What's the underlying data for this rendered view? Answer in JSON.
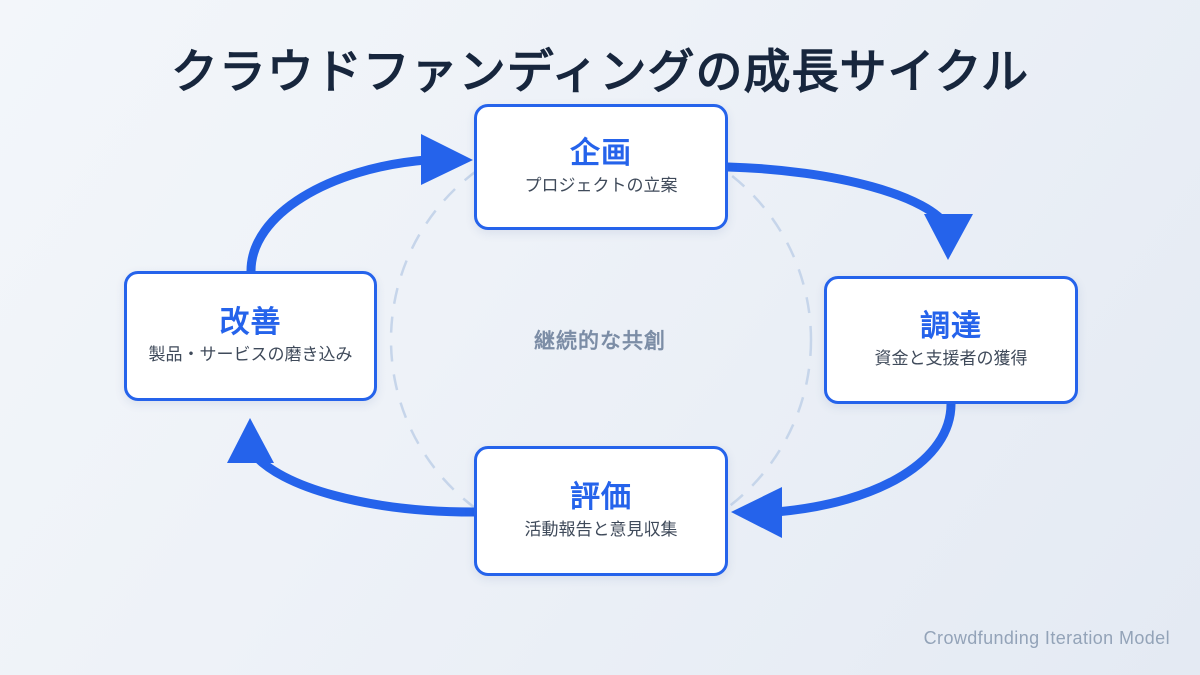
{
  "title": "クラウドファンディングの成長サイクル",
  "center_label": "継続的な共創",
  "footer": "Crowdfunding Iteration Model",
  "colors": {
    "accent": "#2563eb",
    "title": "#17263d",
    "subtitle": "#3f4a5a",
    "center_label": "#7c8da6",
    "footer": "#93a3b8",
    "node_bg": "#ffffff",
    "dashed_circle": "#c6d5ea",
    "bg_from": "#f3f6fa",
    "bg_to": "#e4eaf3"
  },
  "nodes": [
    {
      "id": "plan",
      "title": "企画",
      "subtitle": "プロジェクトの立案"
    },
    {
      "id": "fund",
      "title": "調達",
      "subtitle": "資金と支援者の獲得"
    },
    {
      "id": "review",
      "title": "評価",
      "subtitle": "活動報告と意見収集"
    },
    {
      "id": "improve",
      "title": "改善",
      "subtitle": "製品・サービスの磨き込み"
    }
  ],
  "arrows": [
    {
      "id": "plan-to-fund",
      "from": "企画",
      "to": "調達",
      "direction": "down"
    },
    {
      "id": "fund-to-review",
      "from": "調達",
      "to": "評価",
      "direction": "left"
    },
    {
      "id": "review-to-improve",
      "from": "評価",
      "to": "改善",
      "direction": "up"
    },
    {
      "id": "improve-to-plan",
      "from": "改善",
      "to": "企画",
      "direction": "right"
    }
  ]
}
